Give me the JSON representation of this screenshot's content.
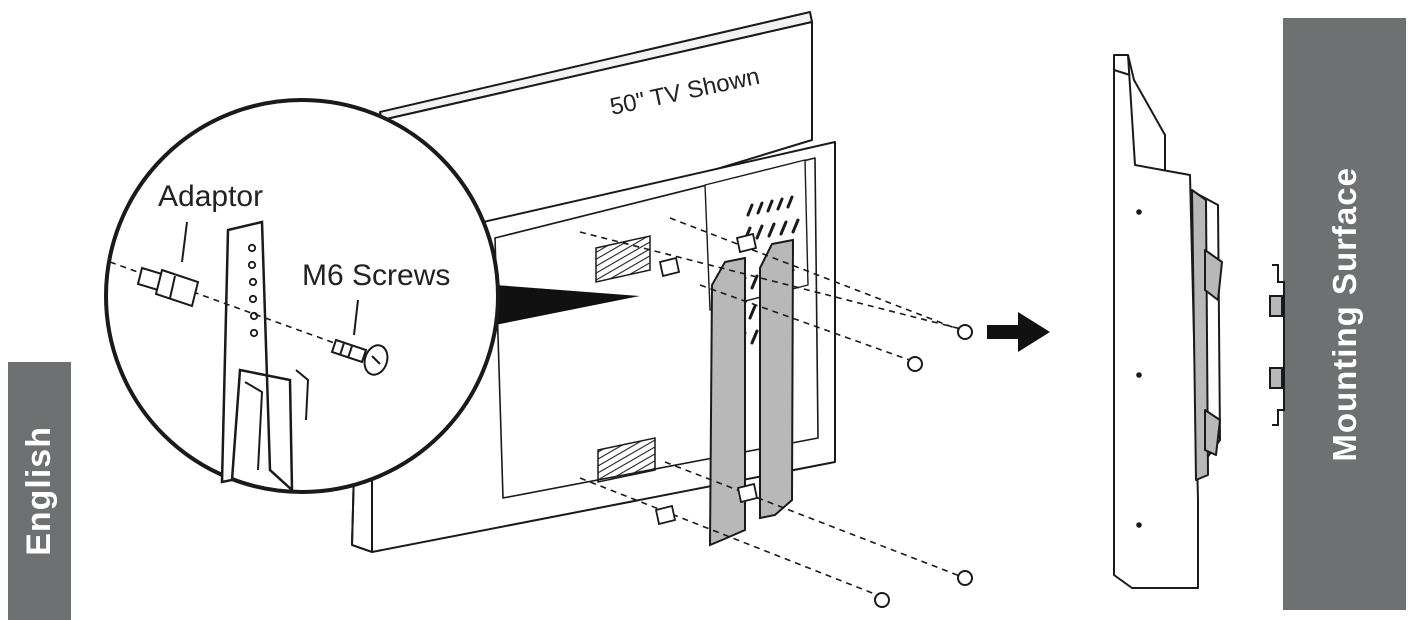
{
  "tabs": {
    "language": "English",
    "mounting_surface": "Mounting Surface"
  },
  "labels": {
    "tv_size": "50\" TV Shown",
    "adaptor": "Adaptor",
    "screws": "M6 Screws"
  },
  "colors": {
    "tab_gray": "#6f7072",
    "line": "#1a1a1a",
    "bracket_fill": "#b8b8b8"
  },
  "icons": {
    "arrow": "arrow-right-icon"
  }
}
